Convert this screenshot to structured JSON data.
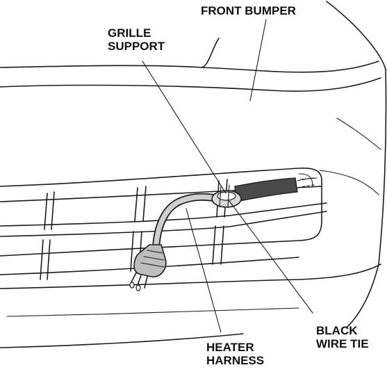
{
  "labels": {
    "front_bumper": "FRONT BUMPER",
    "grille_support": [
      "GRILLE",
      "SUPPORT"
    ],
    "black_wire_tie": [
      "BLACK",
      "WIRE TIE"
    ],
    "heater_harness": [
      "HEATER",
      "HARNESS"
    ]
  },
  "colors": {
    "line": "#1a1a1a",
    "wire_tie": "#d9d9d9",
    "harness": "#cfcfcf",
    "plug": "#bdbdbd",
    "background": "#ffffff"
  }
}
